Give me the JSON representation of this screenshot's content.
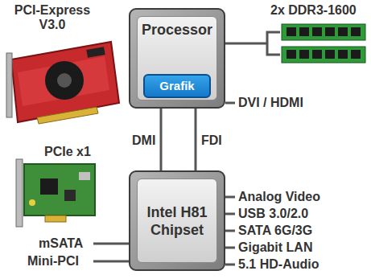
{
  "diagram": {
    "nodes": [
      {
        "text": [
          "Processor"
        ]
      },
      {
        "text": [
          "Grafik"
        ],
        "in": 0
      },
      {
        "text": [
          "Intel H81 Chipset"
        ]
      }
    ],
    "edges": [
      {
        "from": 0,
        "to": 2,
        "arrow": "none",
        "label": "DMI"
      },
      {
        "from": 1,
        "to": 2,
        "arrow": "none",
        "label": "FDI"
      }
    ],
    "labels": [
      "PCI-Express V3.0",
      "2x DDR3-1600",
      "DVI / HDMI",
      "PCIe x1",
      "Analog Video",
      "USB 3.0/2.0",
      "SATA 6G/3G",
      "Gigabit LAN",
      "5.1 HD-Audio",
      "mSATA",
      "Mini-PCI"
    ]
  }
}
